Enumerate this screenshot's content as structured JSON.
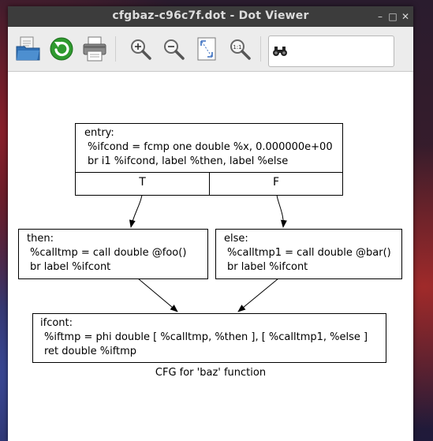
{
  "window": {
    "title": "cfgbaz-c96c7f.dot - Dot Viewer",
    "controls": {
      "minimize": "–",
      "maximize": "□",
      "close": "✕"
    }
  },
  "toolbar": {
    "buttons": [
      {
        "name": "open-file-button",
        "icon": "folder-open-icon"
      },
      {
        "name": "reload-button",
        "icon": "refresh-icon"
      },
      {
        "name": "print-button",
        "icon": "printer-icon"
      },
      {
        "name": "zoom-in-button",
        "icon": "zoom-in-icon"
      },
      {
        "name": "zoom-out-button",
        "icon": "zoom-out-icon"
      },
      {
        "name": "zoom-fit-button",
        "icon": "zoom-fit-icon"
      },
      {
        "name": "zoom-100-button",
        "icon": "zoom-100-icon"
      }
    ],
    "zoom_100_label": "1:1",
    "search": {
      "icon": "binoculars-icon",
      "value": ""
    }
  },
  "graph": {
    "entry": {
      "label": "entry:",
      "line1": "%ifcond = fcmp one double %x, 0.000000e+00",
      "line2": "br i1 %ifcond, label %then, label %else",
      "port_true": "T",
      "port_false": "F"
    },
    "then": {
      "label": "then:",
      "line1": "%calltmp = call double @foo()",
      "line2": "br label %ifcont"
    },
    "else": {
      "label": "else:",
      "line1": "%calltmp1 = call double @bar()",
      "line2": "br label %ifcont"
    },
    "ifcont": {
      "label": "ifcont:",
      "line1": "%iftmp = phi double [ %calltmp, %then ], [ %calltmp1, %else ]",
      "line2": "ret double %iftmp"
    },
    "caption": "CFG for 'baz' function"
  },
  "colors": {
    "titlebar": "#3c3c3c",
    "toolbar": "#ececec",
    "canvas": "#ffffff",
    "reload_green": "#2e9a2e",
    "folder_blue": "#2f6fb4"
  }
}
